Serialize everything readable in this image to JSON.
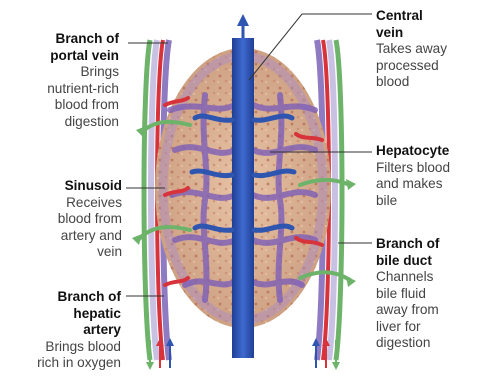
{
  "labels": {
    "portal_vein": {
      "title": [
        "Branch of",
        "portal vein"
      ],
      "desc": [
        "Brings",
        "nutrient-rich",
        "blood from",
        "digestion"
      ]
    },
    "sinusoid": {
      "title": [
        "Sinusoid"
      ],
      "desc": [
        "Receives",
        "blood from",
        "artery and",
        "vein"
      ]
    },
    "hepatic_artery": {
      "title": [
        "Branch of",
        "hepatic",
        "artery"
      ],
      "desc": [
        "Brings blood",
        "rich in oxygen"
      ]
    },
    "central_vein": {
      "title": [
        "Central",
        "vein"
      ],
      "desc": [
        "Takes away",
        "processed",
        "blood"
      ]
    },
    "hepatocyte": {
      "title": [
        "Hepatocyte"
      ],
      "desc": [
        "Filters blood",
        "and makes",
        "bile"
      ]
    },
    "bile_duct": {
      "title": [
        "Branch of",
        "bile duct"
      ],
      "desc": [
        "Channels",
        "bile fluid",
        "away from",
        "liver for",
        "digestion"
      ]
    }
  },
  "colors": {
    "central_vein": "#2e55b0",
    "tissue": "#d7ad90",
    "sinusoid": "#9f86c4",
    "artery": "#d8323a",
    "portal": "#8f7bc2",
    "bile": "#6db46a",
    "leader_line": "#333333"
  }
}
